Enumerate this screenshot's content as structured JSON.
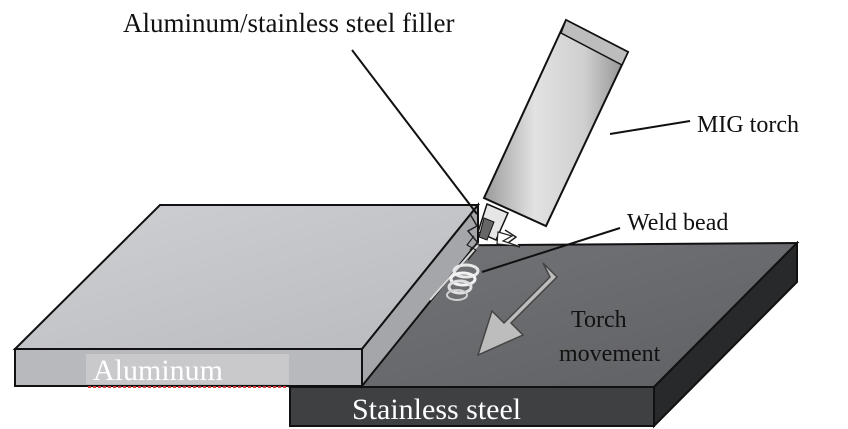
{
  "labels": {
    "filler": "Aluminum/stainless steel filler",
    "torch": "MIG torch",
    "weld_bead": "Weld bead",
    "torch_movement_line1": "Torch",
    "torch_movement_line2": "movement",
    "aluminum": "Aluminum",
    "stainless": "Stainless steel"
  },
  "colors": {
    "aluminum_top": "#c4c5c9",
    "aluminum_side": "#b2b3b7",
    "steel_top": "#6a6b6e",
    "steel_front": "#3f4042",
    "steel_side": "#28292b",
    "torch_body": "#cfcfcf",
    "arrow": "#bdbdbd"
  }
}
